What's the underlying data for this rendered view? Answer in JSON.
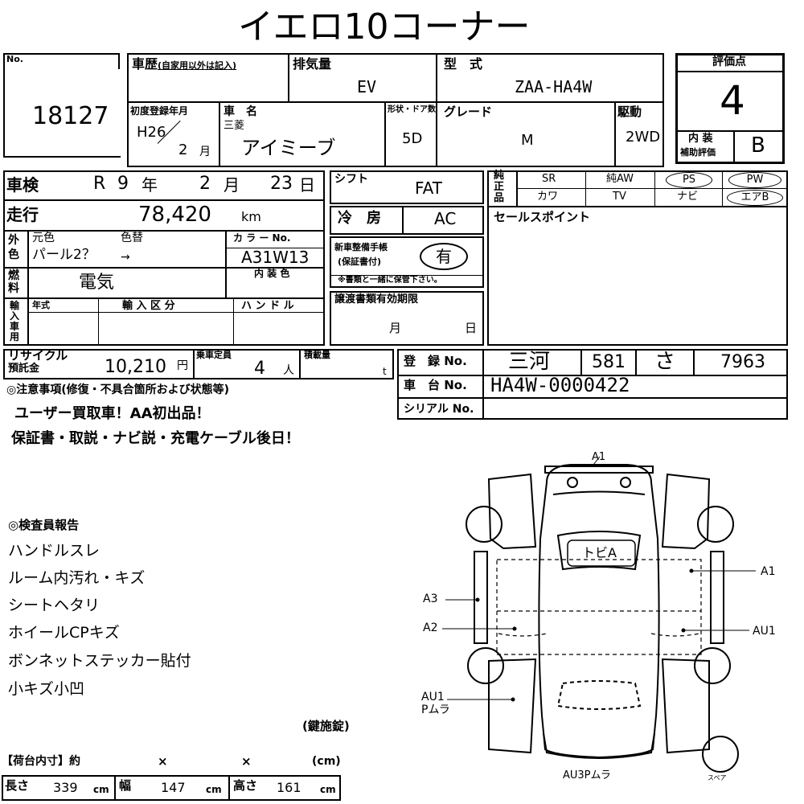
{
  "header": {
    "title": "イエロ10コーナー"
  },
  "lot": {
    "no_label": "No.",
    "number": "18127"
  },
  "history": {
    "label": "車歴",
    "sub_label": "(自家用以外は記入)"
  },
  "displacement": {
    "label": "排気量",
    "value": "EV"
  },
  "model": {
    "label": "型　式",
    "value": "ZAA-HA4W"
  },
  "score": {
    "label": "評価点",
    "value": "4",
    "interior_label": "内 装",
    "interior_sub_label": "補助評価",
    "interior_value": "B"
  },
  "first_reg": {
    "label": "初度登録年月",
    "era_year": "H26",
    "month": "2",
    "month_unit": "月"
  },
  "car_name": {
    "label": "車　名",
    "maker": "三菱",
    "name": "アイミーブ"
  },
  "body": {
    "label": "形状・ドア数",
    "value": "5D"
  },
  "grade": {
    "label": "グレード",
    "value": "M"
  },
  "drive": {
    "label": "駆動",
    "value": "2WD"
  },
  "inspection": {
    "label": "車検",
    "era": "R",
    "year": "9",
    "year_unit": "年",
    "month": "2",
    "month_unit": "月",
    "day": "23",
    "day_unit": "日"
  },
  "shift": {
    "label": "シフト",
    "value": "FAT"
  },
  "equipment": {
    "label": "純正品",
    "row1": [
      "SR",
      "純AW",
      "PS",
      "PW"
    ],
    "row2": [
      "カワ",
      "TV",
      "ナビ",
      "エアB"
    ]
  },
  "mileage": {
    "label": "走行",
    "value": "78,420",
    "unit": "km"
  },
  "aircon": {
    "label": "冷　房",
    "value": "AC"
  },
  "sales_point": {
    "label": "セールスポイント"
  },
  "color": {
    "side_label": "外色",
    "original_label": "元色",
    "repaint_label": "色替",
    "original_value": "パール2？",
    "arrow": "→",
    "color_no_label": "カ ラ ー No.",
    "color_no": "A31W13",
    "interior_color_label": "内 装 色"
  },
  "manual": {
    "label": "新車整備手帳",
    "sub_label": "(保証書付)",
    "value": "有",
    "note": "※書類と一緒に保管下さい。"
  },
  "fuel": {
    "label": "燃料",
    "value": "電気"
  },
  "import": {
    "side_label": "輸入車用",
    "year_label": "年式",
    "category_label": "輸 入 区 分",
    "handle_label": "ハ ン ド ル"
  },
  "transfer": {
    "label": "譲渡書類有効期限",
    "month_unit": "月",
    "day_unit": "日"
  },
  "recycle": {
    "label1": "リサイクル",
    "label2": "預託金",
    "value": "10,210",
    "unit": "円"
  },
  "capacity": {
    "label": "乗車定員",
    "value": "4",
    "unit": "人"
  },
  "load": {
    "label": "積載量",
    "unit": "t"
  },
  "registration": {
    "label": "登　録 No.",
    "region": "三河",
    "class": "581",
    "kana": "さ",
    "number": "7963"
  },
  "chassis": {
    "label": "車　台 No.",
    "value": "HA4W-0000422"
  },
  "serial": {
    "label": "シリアル No."
  },
  "notes": {
    "label": "◎注意事項(修復・不具合箇所および状態等)",
    "line1": "ユーザー買取車！AA初出品！",
    "line2": "保証書・取説・ナビ説・充電ケーブル後日！"
  },
  "inspector": {
    "label": "◎検査員報告",
    "items": [
      "ハンドルスレ",
      "ルーム内汚れ・キズ",
      "シートヘタリ",
      "ホイールCPキズ",
      "ボンネットステッカー貼付",
      "小キズ小凹"
    ]
  },
  "key_note": "(鍵施錠)",
  "cargo": {
    "label": "【荷台内寸】約",
    "x1": "×",
    "x2": "×",
    "unit": "(cm)",
    "length_label": "長さ",
    "length": "339",
    "width_label": "幅",
    "width": "147",
    "height_label": "高さ",
    "height": "161",
    "cm": "cm"
  },
  "diagram": {
    "front": "A1",
    "roof": "トビA",
    "right_upper": "A1",
    "left_upper": "A3",
    "left_mid": "A2",
    "right_mid": "AU1",
    "left_lower_1": "AU1",
    "left_lower_2": "Pムラ",
    "rear": "AU3Pムラ",
    "spare": "スペア"
  }
}
